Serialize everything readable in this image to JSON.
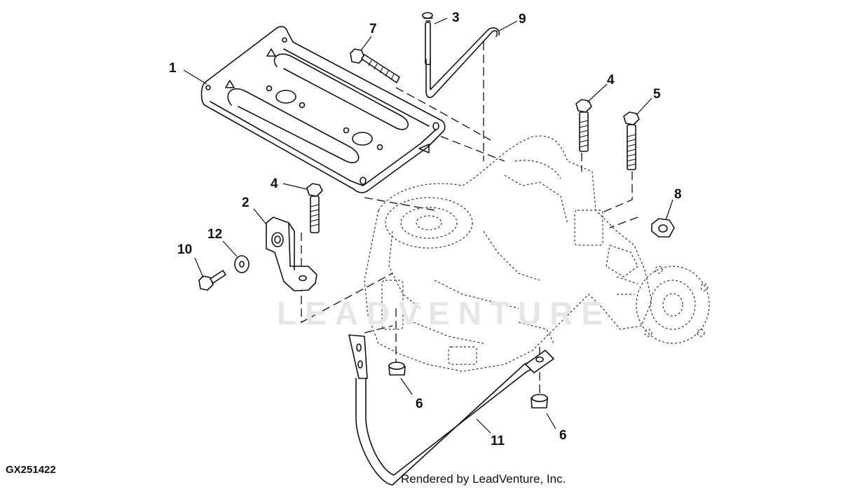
{
  "diagram_id": "GX251422",
  "credit": "Rendered by LeadVenture, Inc.",
  "watermark": "LEADVENTURE",
  "callouts": [
    "1",
    "2",
    "3",
    "4",
    "4",
    "5",
    "6",
    "6",
    "7",
    "8",
    "9",
    "10",
    "11",
    "12"
  ]
}
